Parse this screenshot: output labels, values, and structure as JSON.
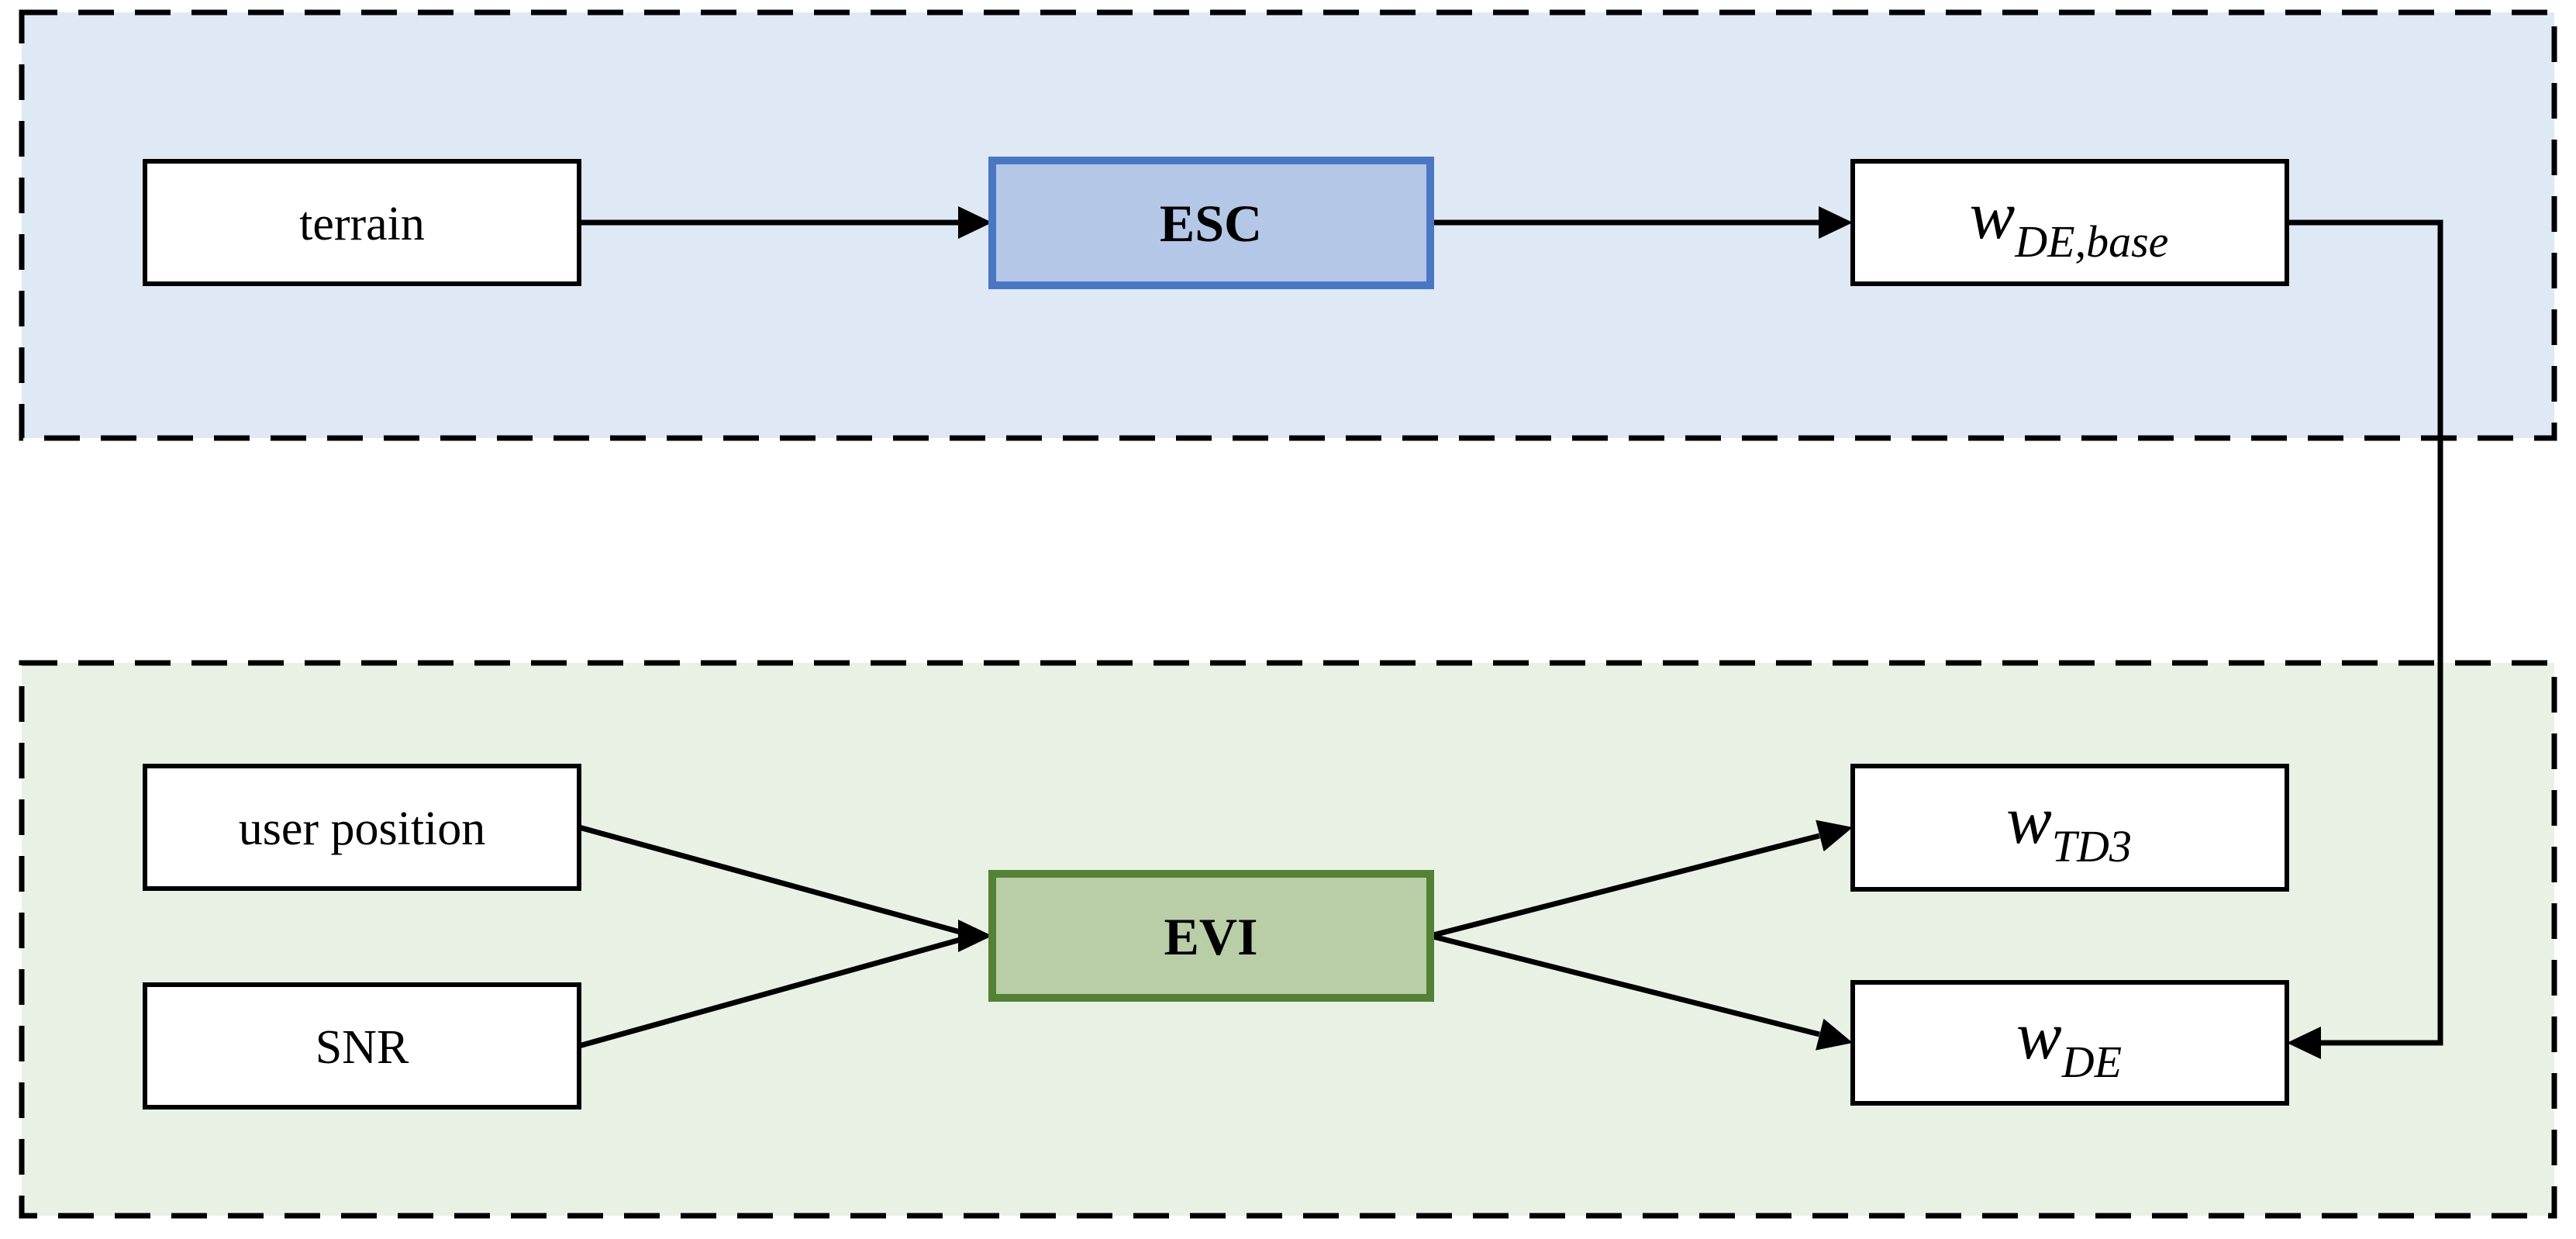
{
  "colors": {
    "top_section_bg": "#dfe9f5",
    "bottom_section_bg": "#e9f1e4",
    "esc_box_bg": "#b4c7e7",
    "esc_box_border": "#4a77c4",
    "evi_box_bg": "#b9cda7",
    "evi_box_border": "#538135",
    "io_box_bg": "#ffffff",
    "io_box_border": "#000000",
    "arrow_color": "#000000"
  },
  "top_section": {
    "input_box": {
      "label": "terrain"
    },
    "process_box": {
      "label": "ESC"
    },
    "output_box": {
      "base": "w",
      "subscript": "DE,base"
    }
  },
  "bottom_section": {
    "input_boxes": [
      {
        "label": "user position"
      },
      {
        "label": "SNR"
      }
    ],
    "process_box": {
      "label": "EVI"
    },
    "output_boxes": [
      {
        "base": "w",
        "subscript": "TD3"
      },
      {
        "base": "w",
        "subscript": "DE"
      }
    ]
  }
}
